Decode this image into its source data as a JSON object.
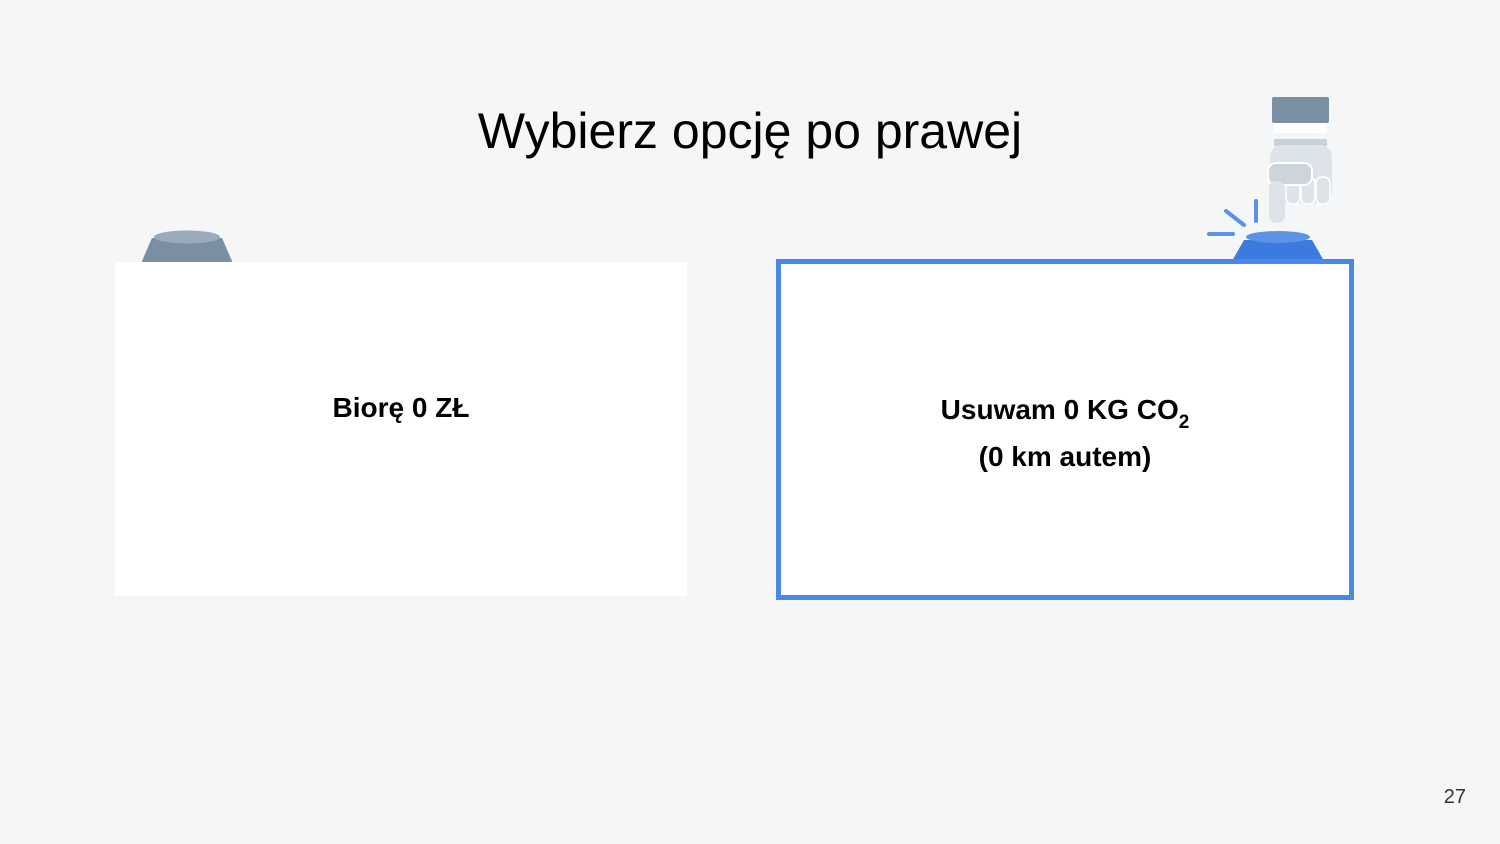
{
  "slide": {
    "title": "Wybierz opcję po prawej",
    "page_number": "27"
  },
  "options": {
    "left": {
      "label": "Biorę 0 ZŁ"
    },
    "right": {
      "line1_main": "Usuwam 0 KG CO",
      "line1_subscript": "2",
      "line2": "(0 km autem)",
      "selected": true
    }
  },
  "icons": {
    "left_button": "push-button-icon",
    "right_illustration": "hand-pressing-button-icon"
  },
  "colors": {
    "background": "#f4f6f8",
    "selected_border": "#4a87e6",
    "button_grey": "#7b8fa3",
    "button_blue": "#3b7be0"
  }
}
